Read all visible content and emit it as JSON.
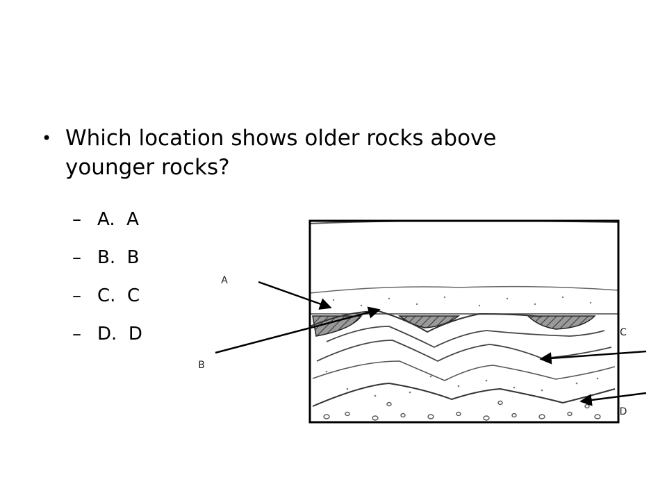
{
  "question": {
    "bullet": "•",
    "text": "Which location shows older rocks above younger rocks?"
  },
  "options": [
    {
      "dash": "–",
      "label": "A.  A"
    },
    {
      "dash": "–",
      "label": "B.  B"
    },
    {
      "dash": "–",
      "label": "C.  C"
    },
    {
      "dash": "–",
      "label": "D.  D"
    }
  ],
  "diagram": {
    "callouts": [
      "A",
      "B",
      "C",
      "D"
    ]
  }
}
